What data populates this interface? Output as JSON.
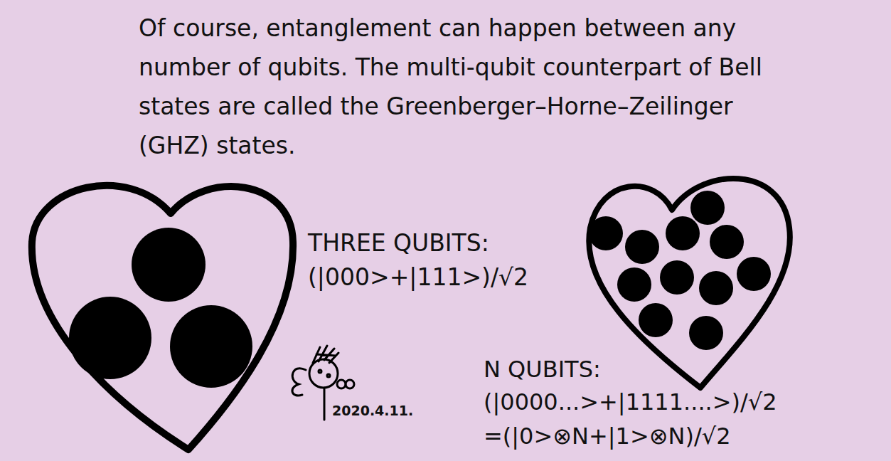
{
  "diagram": {
    "title": "Of course, entanglement can happen between any number of qubits. The multi-qubit counterpart of Bell states are called the Greenberger–Horne–Zeilinger (GHZ) states.",
    "labels": [
      "THREE QUBITS:",
      "(|000>+|111>)/√2",
      "N QUBITS:",
      "(|0000...>+|1111....>)/√2",
      "=(|0>⊗N+|1>⊗N)/√2",
      "2020.4.11."
    ]
  }
}
